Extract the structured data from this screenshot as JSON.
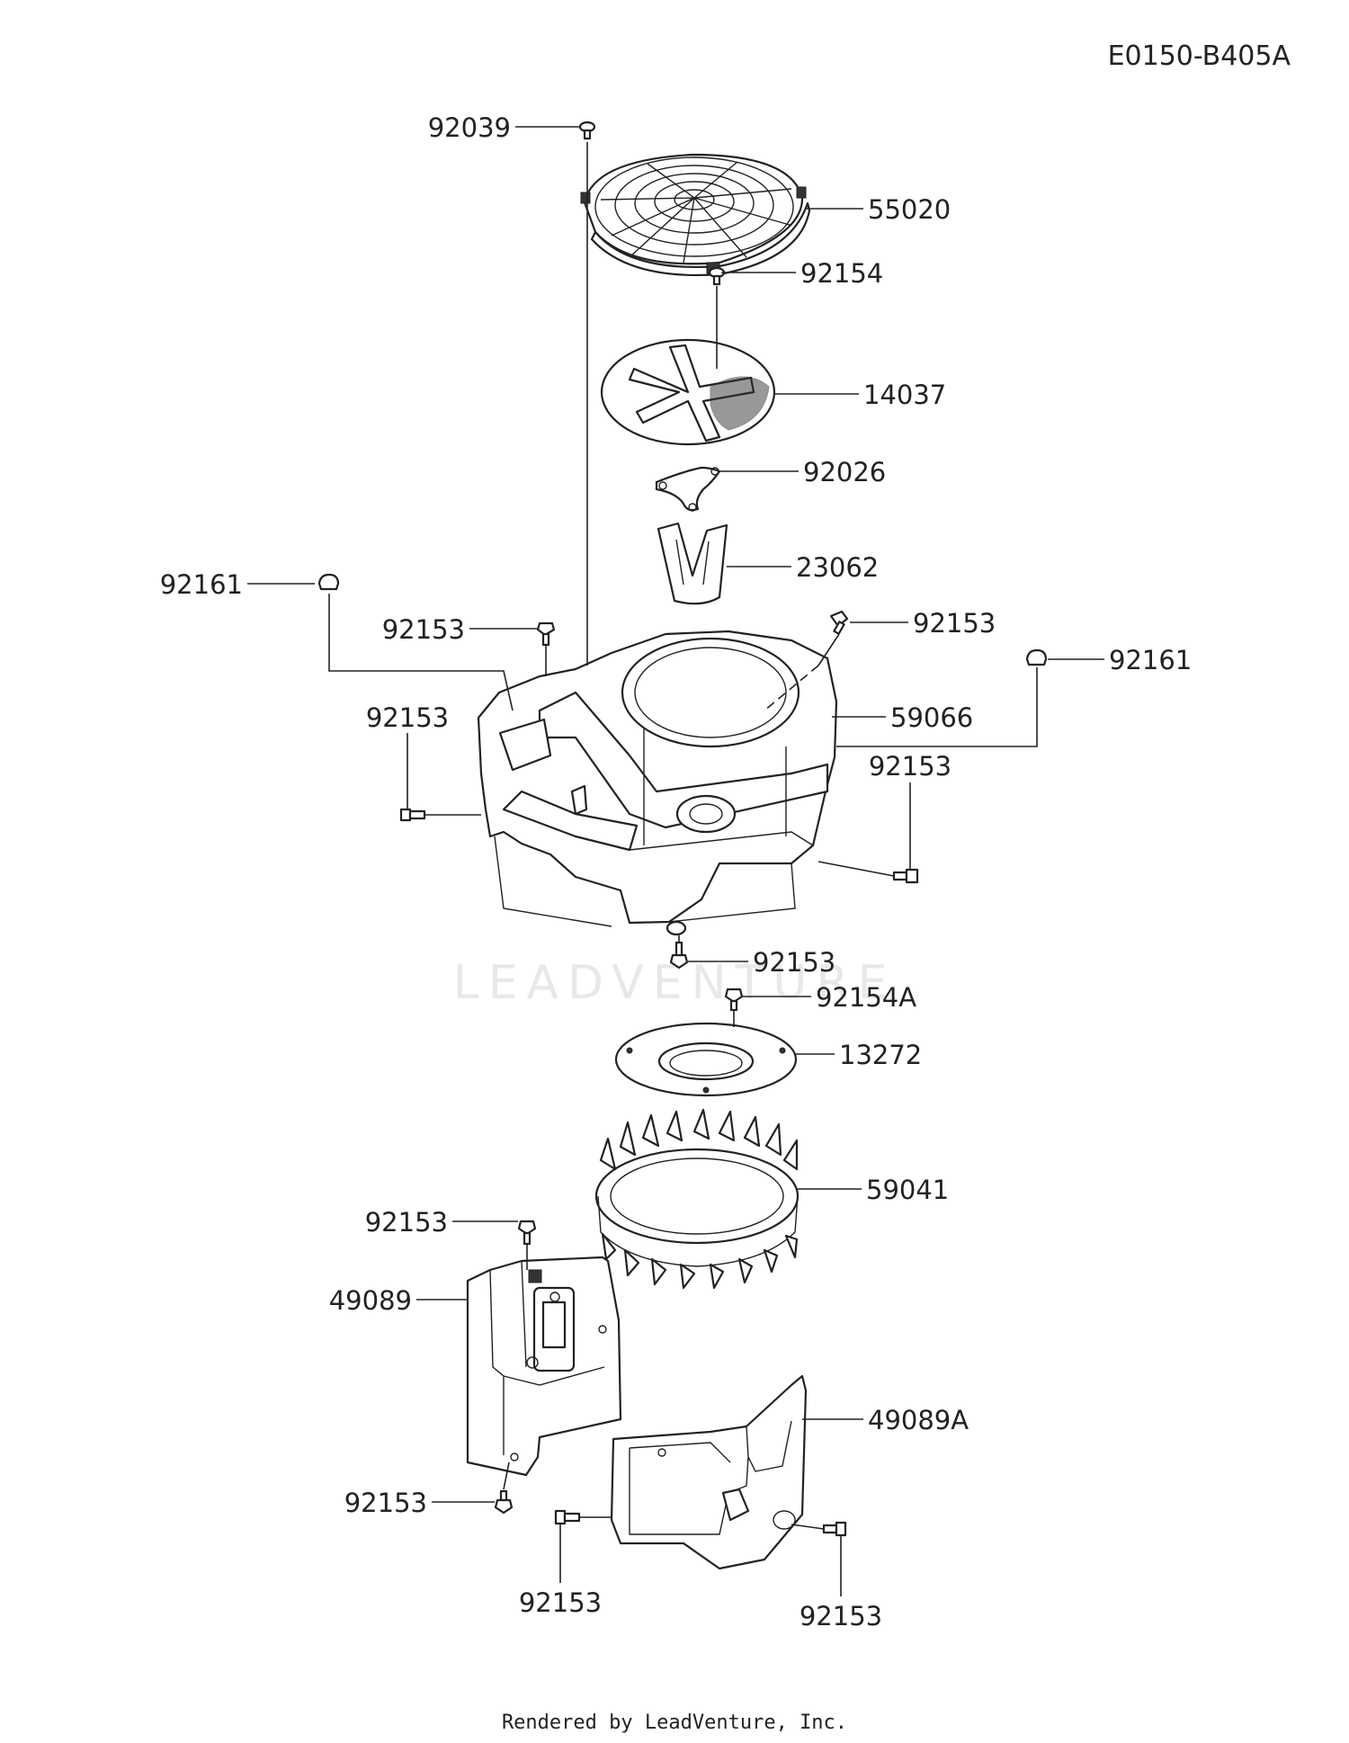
{
  "diagram_code": "E0150-B405A",
  "watermark": "LEADVENTURE",
  "footer": "Rendered by LeadVenture, Inc.",
  "callouts": [
    {
      "id": "c01",
      "part": "92039"
    },
    {
      "id": "c02",
      "part": "55020"
    },
    {
      "id": "c03",
      "part": "92154"
    },
    {
      "id": "c04",
      "part": "14037"
    },
    {
      "id": "c05",
      "part": "92026"
    },
    {
      "id": "c06",
      "part": "23062"
    },
    {
      "id": "c07",
      "part": "92161"
    },
    {
      "id": "c08",
      "part": "92153"
    },
    {
      "id": "c09",
      "part": "92153"
    },
    {
      "id": "c10",
      "part": "92161"
    },
    {
      "id": "c11",
      "part": "92153"
    },
    {
      "id": "c12",
      "part": "59066"
    },
    {
      "id": "c13",
      "part": "92153"
    },
    {
      "id": "c14",
      "part": "92153"
    },
    {
      "id": "c15",
      "part": "92154A"
    },
    {
      "id": "c16",
      "part": "13272"
    },
    {
      "id": "c17",
      "part": "59041"
    },
    {
      "id": "c18",
      "part": "92153"
    },
    {
      "id": "c19",
      "part": "49089"
    },
    {
      "id": "c20",
      "part": "49089A"
    },
    {
      "id": "c21",
      "part": "92153"
    },
    {
      "id": "c22",
      "part": "92153"
    },
    {
      "id": "c23",
      "part": "92153"
    }
  ]
}
